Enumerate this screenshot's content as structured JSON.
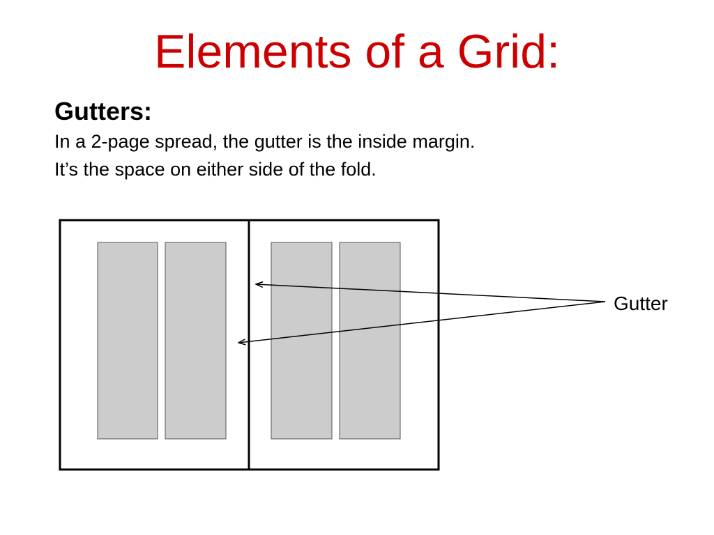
{
  "title": "Elements of a Grid:",
  "section": {
    "heading": "Gutters:",
    "lines": [
      "In a 2-page spread, the gutter is the inside margin.",
      "It’s the space on either side of the fold."
    ]
  },
  "diagram": {
    "callout_label": "Gutter",
    "colors": {
      "title": "#cc0000",
      "page_border": "#000000",
      "column_fill": "#cccccc",
      "column_border": "#555555"
    }
  }
}
